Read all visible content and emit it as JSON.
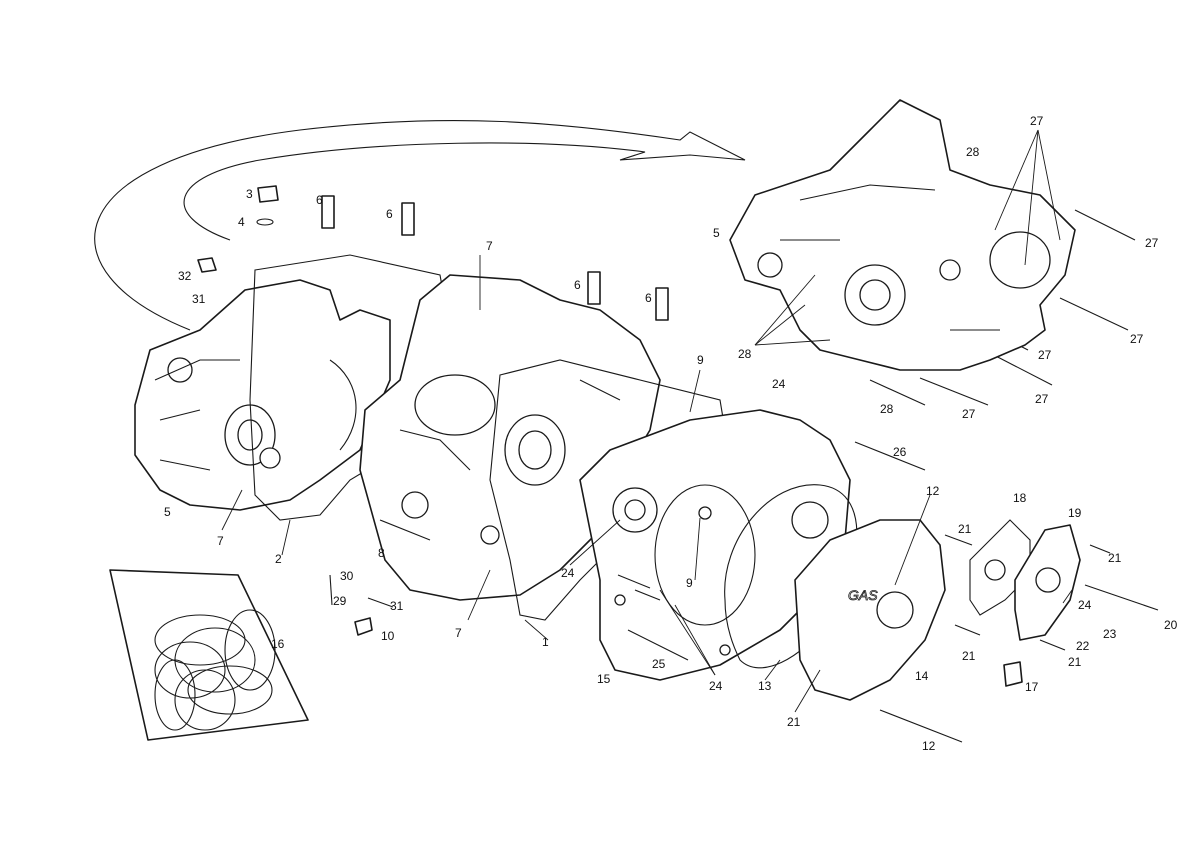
{
  "diagram": {
    "colors": {
      "line": "#1a1a1a",
      "background": "#ffffff"
    },
    "callouts": [
      {
        "id": "c3",
        "text": "3"
      },
      {
        "id": "c4",
        "text": "4"
      },
      {
        "id": "c6a",
        "text": "6"
      },
      {
        "id": "c6b",
        "text": "6"
      },
      {
        "id": "c6c",
        "text": "6"
      },
      {
        "id": "c6d",
        "text": "6"
      },
      {
        "id": "c7a",
        "text": "7"
      },
      {
        "id": "c7b",
        "text": "7"
      },
      {
        "id": "c7c",
        "text": "7"
      },
      {
        "id": "c32",
        "text": "32"
      },
      {
        "id": "c31a",
        "text": "31"
      },
      {
        "id": "c31b",
        "text": "31"
      },
      {
        "id": "c5a",
        "text": "5"
      },
      {
        "id": "c5b",
        "text": "5"
      },
      {
        "id": "c2",
        "text": "2"
      },
      {
        "id": "c8",
        "text": "8"
      },
      {
        "id": "c30",
        "text": "30"
      },
      {
        "id": "c29",
        "text": "29"
      },
      {
        "id": "c10",
        "text": "10"
      },
      {
        "id": "c1",
        "text": "1"
      },
      {
        "id": "c16",
        "text": "16"
      },
      {
        "id": "c9a",
        "text": "9"
      },
      {
        "id": "c9b",
        "text": "9"
      },
      {
        "id": "c24a",
        "text": "24"
      },
      {
        "id": "c24b",
        "text": "24"
      },
      {
        "id": "c24c",
        "text": "24"
      },
      {
        "id": "c24d",
        "text": "24"
      },
      {
        "id": "c15",
        "text": "15"
      },
      {
        "id": "c25",
        "text": "25"
      },
      {
        "id": "c13",
        "text": "13"
      },
      {
        "id": "c12a",
        "text": "12"
      },
      {
        "id": "c12b",
        "text": "12"
      },
      {
        "id": "c14",
        "text": "14"
      },
      {
        "id": "c21a",
        "text": "21"
      },
      {
        "id": "c21b",
        "text": "21"
      },
      {
        "id": "c21c",
        "text": "21"
      },
      {
        "id": "c21d",
        "text": "21"
      },
      {
        "id": "c21e",
        "text": "21"
      },
      {
        "id": "c26",
        "text": "26"
      },
      {
        "id": "c18",
        "text": "18"
      },
      {
        "id": "c19",
        "text": "19"
      },
      {
        "id": "c20",
        "text": "20"
      },
      {
        "id": "c22",
        "text": "22"
      },
      {
        "id": "c23",
        "text": "23"
      },
      {
        "id": "c17",
        "text": "17"
      },
      {
        "id": "c27a",
        "text": "27"
      },
      {
        "id": "c27b",
        "text": "27"
      },
      {
        "id": "c27c",
        "text": "27"
      },
      {
        "id": "c27d",
        "text": "27"
      },
      {
        "id": "c27e",
        "text": "27"
      },
      {
        "id": "c27f",
        "text": "27"
      },
      {
        "id": "c28a",
        "text": "28"
      },
      {
        "id": "c28b",
        "text": "28"
      },
      {
        "id": "c28c",
        "text": "28"
      }
    ]
  }
}
